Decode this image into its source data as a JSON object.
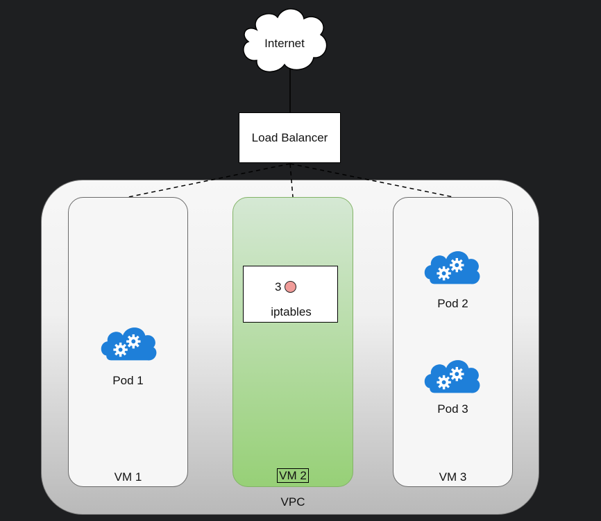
{
  "diagram": {
    "internet": {
      "label": "Internet",
      "icon": "cloud-icon"
    },
    "load_balancer": {
      "label": "Load Balancer"
    },
    "vpc": {
      "label": "VPC"
    },
    "vms": [
      {
        "label": "VM 1",
        "pods": [
          {
            "label": "Pod 1",
            "icon": "cloud-gears-icon"
          }
        ]
      },
      {
        "label": "VM 2",
        "iptables": {
          "label": "iptables",
          "badge_number": "3",
          "badge_color": "#f19c99"
        }
      },
      {
        "label": "VM 3",
        "pods": [
          {
            "label": "Pod 2",
            "icon": "cloud-gears-icon"
          },
          {
            "label": "Pod 3",
            "icon": "cloud-gears-icon"
          }
        ]
      }
    ],
    "colors": {
      "background": "#1e1f21",
      "pod_blue": "#1e7fd9",
      "vm2_green": "#97d077"
    }
  }
}
